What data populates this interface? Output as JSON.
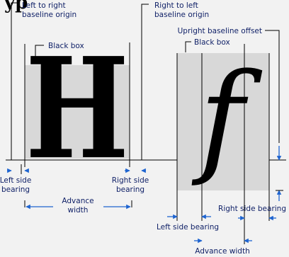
{
  "colors": {
    "background": "#f2f2f2",
    "box_fill": "#d8d8d8",
    "line": "#000000",
    "arrow": "#1e64d0",
    "text": "#0e1f66"
  },
  "heading_fragment": "yp",
  "left_glyph": {
    "char": "H",
    "label_left_to_right": [
      "Left to right",
      "baseline origin"
    ],
    "label_right_to_left": [
      "Right to left",
      "baseline origin"
    ],
    "label_black_box": "Black box",
    "label_left_side_bearing": [
      "Left side",
      "bearing"
    ],
    "label_right_side_bearing": [
      "Right side",
      "bearing"
    ],
    "label_advance_width": [
      "Advance",
      "width"
    ]
  },
  "right_glyph": {
    "char": "f",
    "label_upright_offset": "Upright baseline offset",
    "label_black_box": "Black box",
    "label_right_side_bearing": "Right side bearing",
    "label_left_side_bearing": "Left side bearing",
    "label_advance_width": "Advance width"
  }
}
